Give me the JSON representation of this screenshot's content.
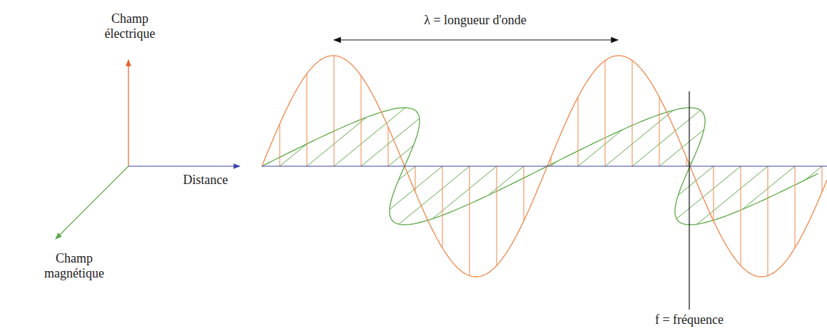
{
  "diagram": {
    "labels": [
      "Champ électrique",
      "λ = longueur d'onde",
      "Distance",
      "Champ magnétique",
      "f = fréquence"
    ]
  }
}
